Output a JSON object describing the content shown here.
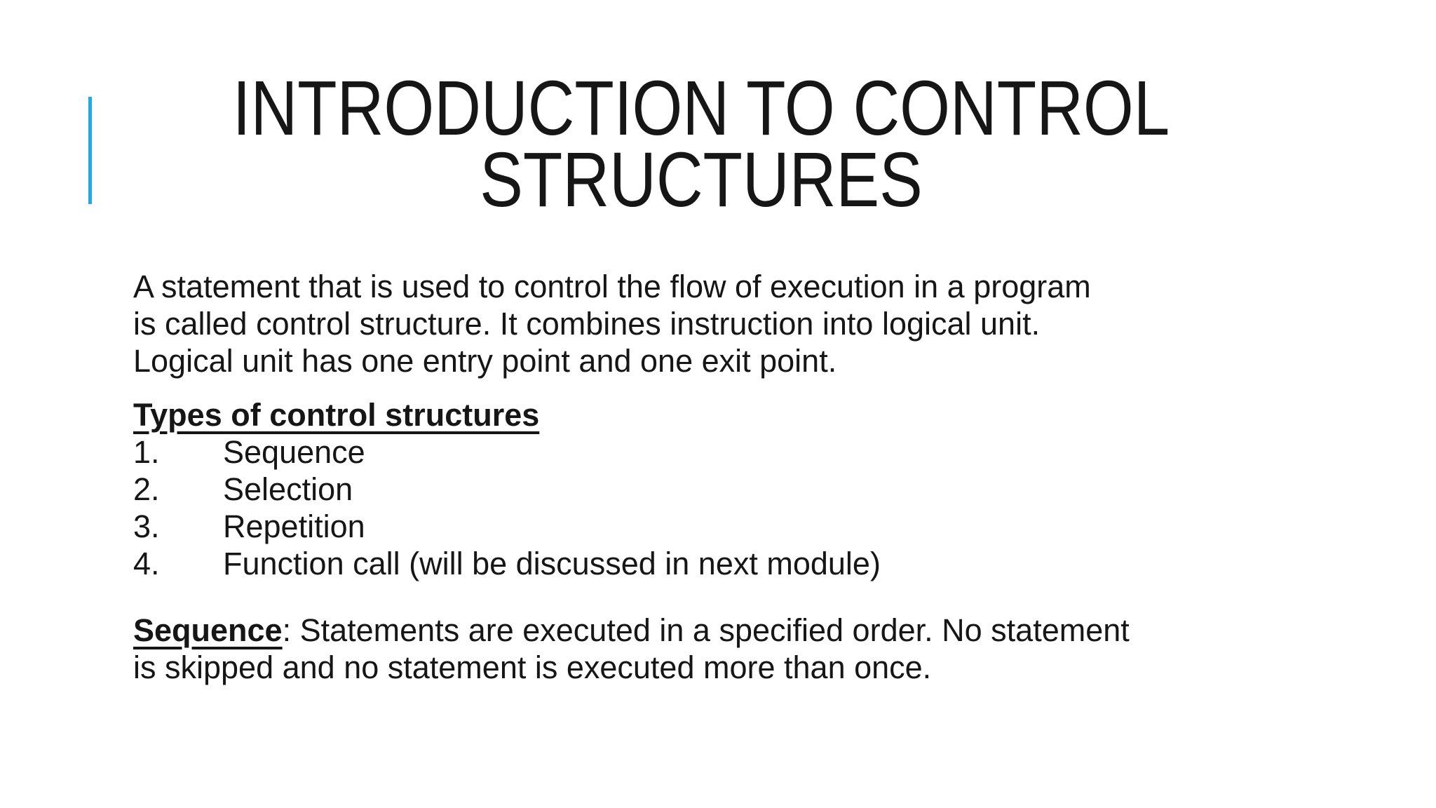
{
  "slide": {
    "background_color": "#ffffff",
    "text_color": "#161616",
    "accent_color": "#29A8DF",
    "title": {
      "line1": "INTRODUCTION TO CONTROL",
      "line2": "STRUCTURES"
    },
    "intro": {
      "lines": [
        "A statement that is used to control the flow of execution in a program",
        "is called control structure. It combines instruction into logical unit.",
        "Logical unit has one entry point and one exit point."
      ]
    },
    "types": {
      "heading": "Types of control structures",
      "items": [
        {
          "number": "1.",
          "label": "Sequence"
        },
        {
          "number": "2.",
          "label": "Selection"
        },
        {
          "number": "3.",
          "label": "Repetition"
        },
        {
          "number": "4.",
          "label": "Function call (will be discussed in next module)"
        }
      ]
    },
    "sequence": {
      "term": "Sequence",
      "rest_line1": ": Statements are executed in a specified order. No statement",
      "line2": "is skipped and no statement is executed more than once."
    }
  }
}
